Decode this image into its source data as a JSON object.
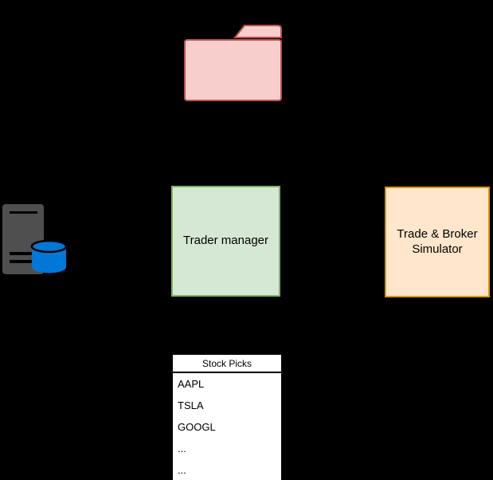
{
  "diagram": {
    "nodes": {
      "trader_manager": {
        "label": "Trader manager"
      },
      "simulator": {
        "label": "Trade & Broker Simulator"
      },
      "stock_picks_table": {
        "header": "Stock Picks",
        "rows": [
          "AAPL",
          "TSLA",
          "GOOGL",
          "...",
          "..."
        ]
      }
    },
    "icons": {
      "folder": "folder-icon",
      "server": "server-icon",
      "database": "database-icon"
    }
  },
  "colors": {
    "background": "#000000",
    "folder-fill": "#f8cecc",
    "folder-stroke": "#b85450",
    "green-fill": "#d5e8d4",
    "green-stroke": "#82b366",
    "orange-fill": "#ffe6cc",
    "orange-stroke": "#d79b00",
    "table-fill": "#ffffff",
    "table-stroke": "#000000",
    "server-gray": "#4f4f4f",
    "db-blue": "#0078d7",
    "text": "#000000"
  }
}
